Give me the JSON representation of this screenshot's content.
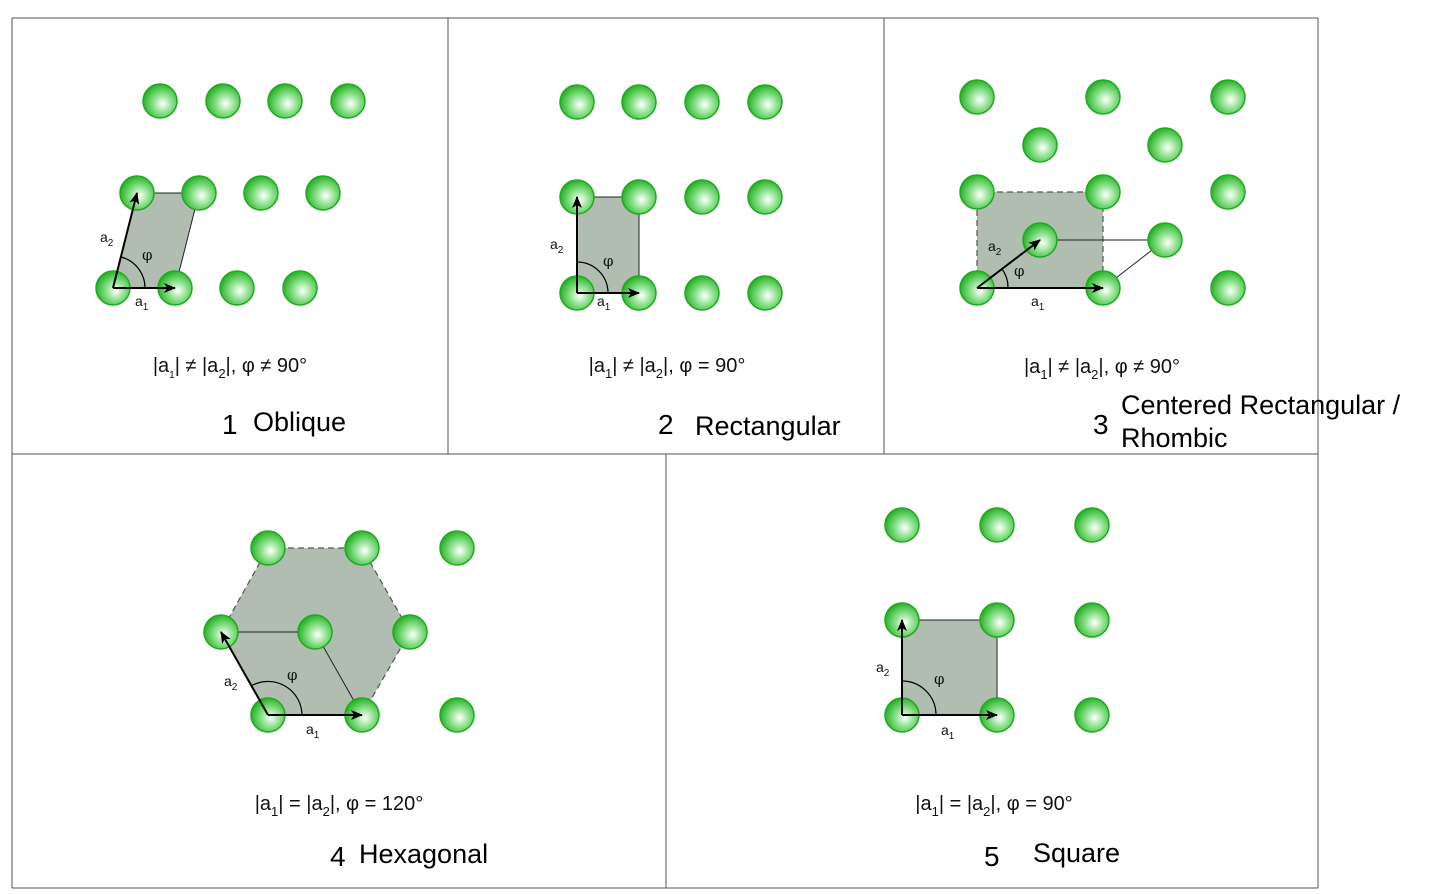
{
  "colors": {
    "atom_edge": "#1faa1f",
    "atom_mid": "#4cd04c",
    "atom_center": "#ffffff",
    "cell_fill": "#b0bdb0",
    "border": "#444444"
  },
  "panels": [
    {
      "id": "oblique",
      "number": "1",
      "name": "Oblique",
      "condition_parts": [
        "|a",
        "1",
        "| ≠ |a",
        "2",
        "|, φ ≠ 90°"
      ],
      "vectors": {
        "a1": "a",
        "a1_sub": "1",
        "a2": "a",
        "a2_sub": "2",
        "angle": "φ"
      }
    },
    {
      "id": "rectangular",
      "number": "2",
      "name": "Rectangular",
      "condition_parts": [
        "|a",
        "1",
        "| ≠ |a",
        "2",
        "|, φ = 90°"
      ],
      "vectors": {
        "a1": "a",
        "a1_sub": "1",
        "a2": "a",
        "a2_sub": "2",
        "angle": "φ"
      }
    },
    {
      "id": "centered-rectangular",
      "number": "3",
      "name_line1": "Centered Rectangular /",
      "name_line2": "Rhombic",
      "condition_parts": [
        "|a",
        "1",
        "| ≠ |a",
        "2",
        "|, φ ≠ 90°"
      ],
      "vectors": {
        "a1": "a",
        "a1_sub": "1",
        "a2": "a",
        "a2_sub": "2",
        "angle": "φ"
      }
    },
    {
      "id": "hexagonal",
      "number": "4",
      "name": "Hexagonal",
      "condition_parts": [
        "|a",
        "1",
        "| = |a",
        "2",
        "|, φ = 120°"
      ],
      "vectors": {
        "a1": "a",
        "a1_sub": "1",
        "a2": "a",
        "a2_sub": "2",
        "angle": "φ"
      }
    },
    {
      "id": "square",
      "number": "5",
      "name": "Square",
      "condition_parts": [
        "|a",
        "1",
        "| = |a",
        "2",
        "|, φ = 90°"
      ],
      "vectors": {
        "a1": "a",
        "a1_sub": "1",
        "a2": "a",
        "a2_sub": "2",
        "angle": "φ"
      }
    }
  ]
}
